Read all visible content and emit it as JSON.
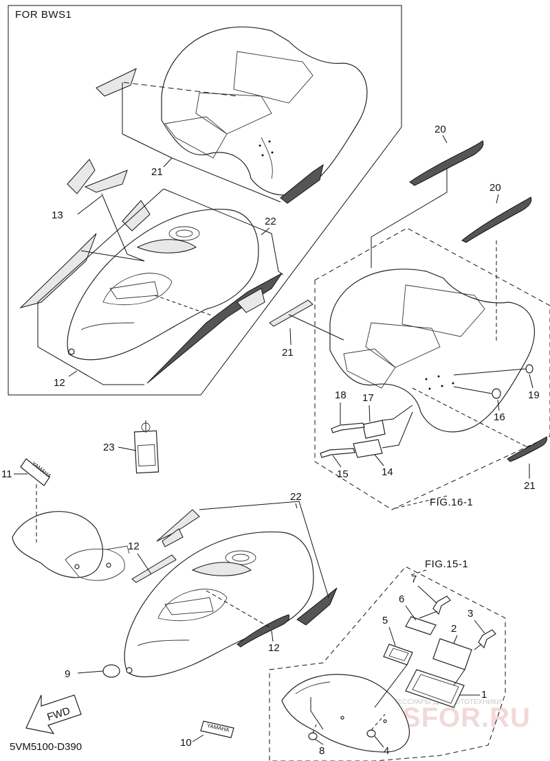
{
  "frame_title": "FOR BWS1",
  "diagram_code": "5VM5100-D390",
  "fig_refs": {
    "fig16": "FIG.16-1",
    "fig15": "FIG.15-1"
  },
  "callouts": {
    "c21a": "21",
    "c13": "13",
    "c22a": "22",
    "c12a": "12",
    "c20a": "20",
    "c20b": "20",
    "c21b": "21",
    "c19": "19",
    "c18": "18",
    "c17": "17",
    "c16": "16",
    "c15": "15",
    "c14": "14",
    "c21c": "21",
    "c23": "23",
    "c11": "11",
    "c22b": "22",
    "c12b": "12",
    "c12c": "12",
    "c9": "9",
    "c7": "7",
    "c6": "6",
    "c3": "3",
    "c5": "5",
    "c2": "2",
    "c1": "1",
    "c8": "8",
    "c4": "4",
    "c10": "10"
  },
  "emblems": {
    "yamaha_top": "YAMAHA",
    "yamaha_bottom": "YAMAHA"
  },
  "fwd_label": "FWD",
  "watermark": {
    "caption": "ЗАПЧАСТИ И АКСЕССУАРЫ ДЛЯ МОТОТЕХНИКИ",
    "logo": "PARTSFOR.RU"
  }
}
